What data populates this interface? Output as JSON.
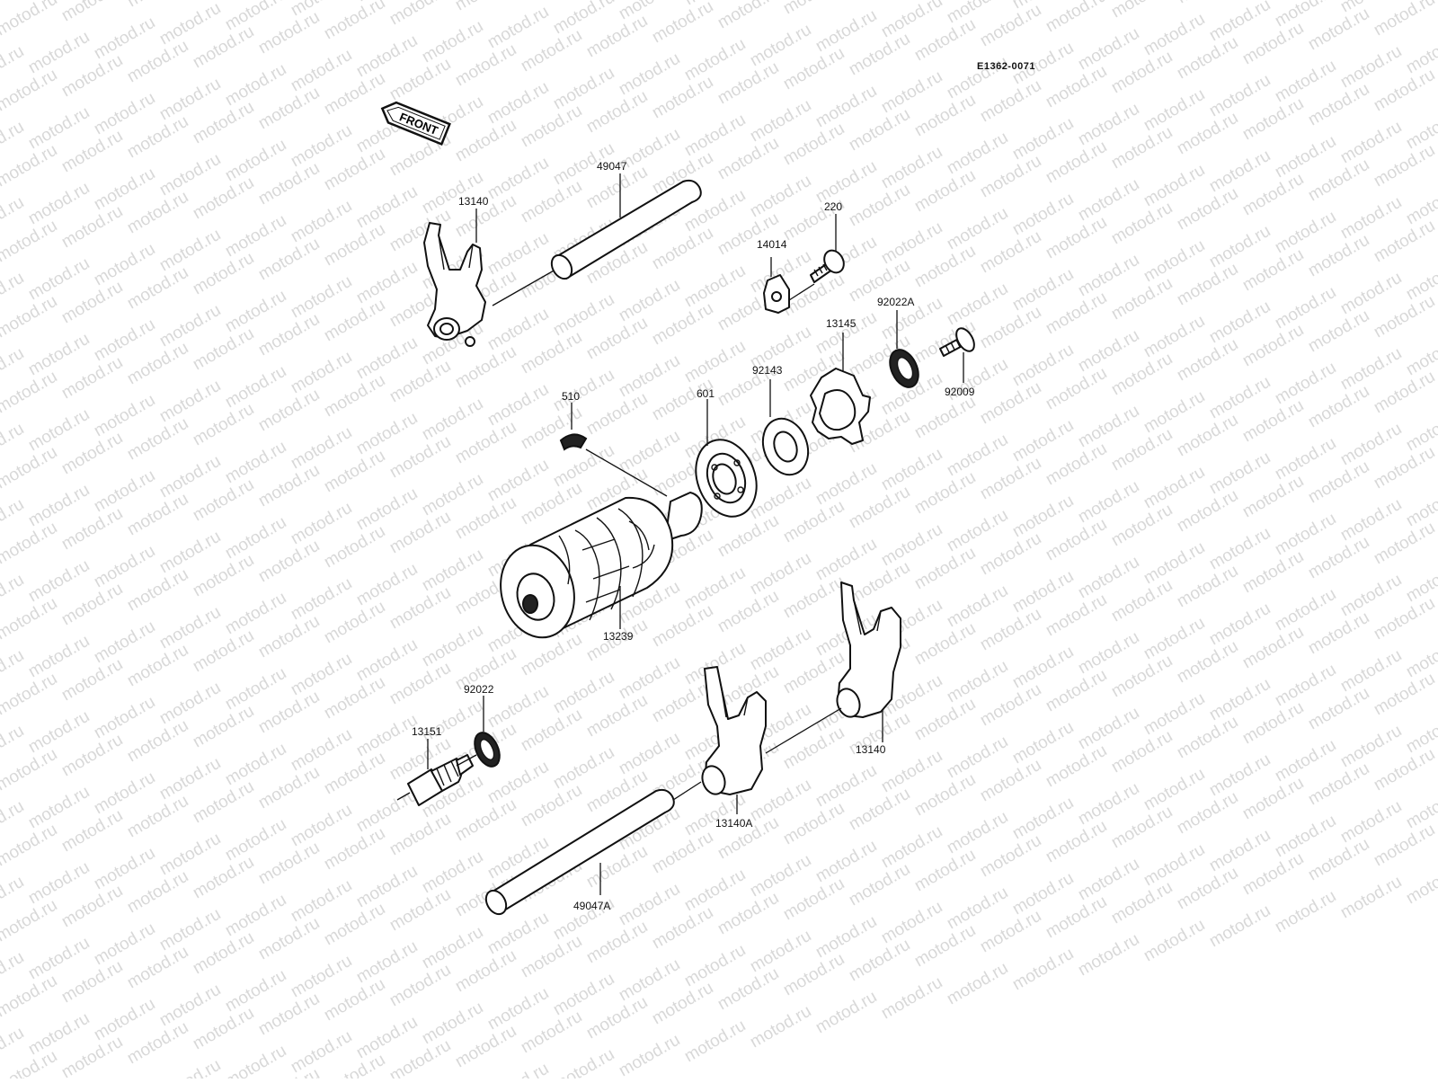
{
  "diagram": {
    "drawing_code": "E1362-0071",
    "front_label": "FRONT",
    "watermark": "motod.ru",
    "parts": {
      "fork_upper": "13140",
      "shaft_upper": "49047",
      "stopper": "14014",
      "bolt_upper": "220",
      "washer_upper": "92022A",
      "pin_plate": "13145",
      "screw": "92009",
      "collar": "92143",
      "bearing": "601",
      "key": "510",
      "drum": "13239",
      "neutral_switch": "13151",
      "switch_washer": "92022",
      "fork_lower_left": "13140A",
      "fork_lower_right": "13140",
      "shaft_lower": "49047A"
    }
  }
}
